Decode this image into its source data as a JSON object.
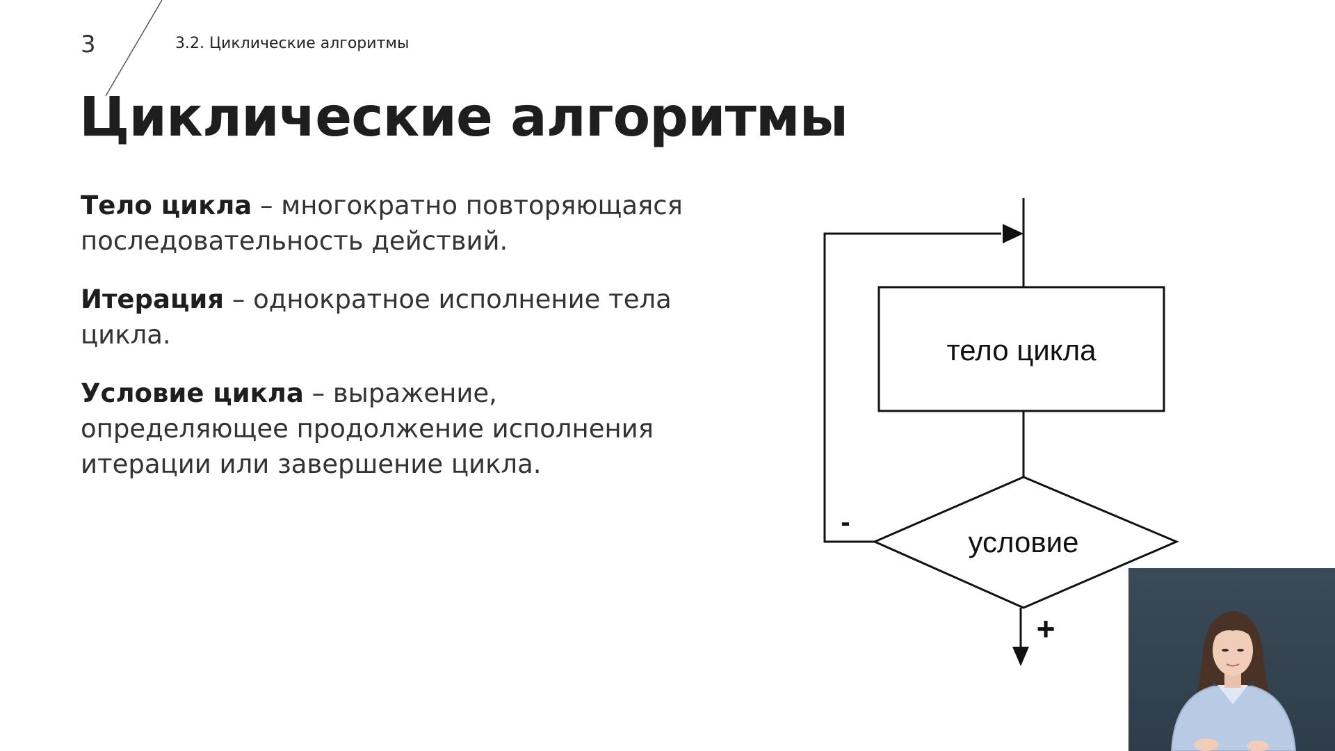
{
  "slide": {
    "number": "3",
    "breadcrumb": "3.2. Циклические алгоритмы",
    "title": "Циклические алгоритмы"
  },
  "definitions": [
    {
      "term": "Тело цикла",
      "text": " – многократно повторяющаяся последовательность действий."
    },
    {
      "term": "Итерация",
      "text": " – однократное исполнение тела цикла."
    },
    {
      "term": "Условие цикла",
      "text": " – выражение, определяющее продолжение исполнения итерации или завершение цикла."
    }
  ],
  "flowchart": {
    "body_label": "тело цикла",
    "condition_label": "условие",
    "false_branch_label": "-",
    "true_branch_label": "+"
  },
  "colors": {
    "background": "#ffffff",
    "text": "#333333",
    "title": "#1e1e1e",
    "webcam_background": "#33424e"
  }
}
